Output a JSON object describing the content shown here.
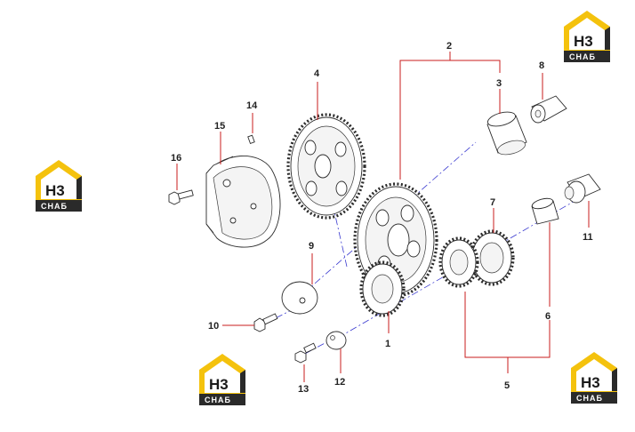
{
  "diagram": {
    "callouts": [
      {
        "id": "c1",
        "text": "1"
      },
      {
        "id": "c2",
        "text": "2"
      },
      {
        "id": "c3",
        "text": "3"
      },
      {
        "id": "c4",
        "text": "4"
      },
      {
        "id": "c5",
        "text": "5"
      },
      {
        "id": "c6",
        "text": "6"
      },
      {
        "id": "c7",
        "text": "7"
      },
      {
        "id": "c8",
        "text": "8"
      },
      {
        "id": "c9",
        "text": "9"
      },
      {
        "id": "c10",
        "text": "10"
      },
      {
        "id": "c11",
        "text": "11"
      },
      {
        "id": "c12",
        "text": "12"
      },
      {
        "id": "c13",
        "text": "13"
      },
      {
        "id": "c14",
        "text": "14"
      },
      {
        "id": "c15",
        "text": "15"
      },
      {
        "id": "c16",
        "text": "16"
      }
    ]
  },
  "watermark": {
    "mark": "H3",
    "word": "СНАБ"
  },
  "colors": {
    "leader": "#c81e1e",
    "axis": "#3b3bd0",
    "logo_yellow": "#f4c20d",
    "logo_dark": "#2a2a2a"
  }
}
